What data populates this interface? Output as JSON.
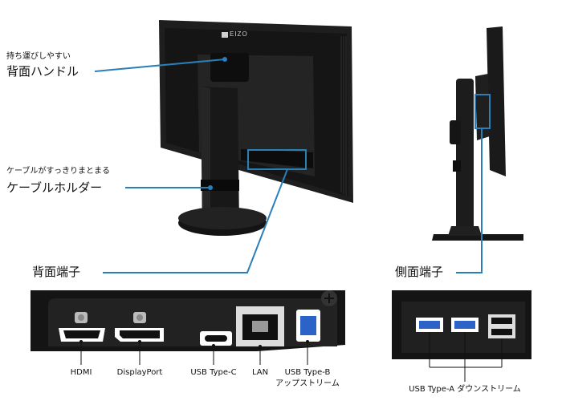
{
  "callouts": {
    "handle": {
      "sub": "持ち運びしやすい",
      "title": "背面ハンドル"
    },
    "cable_holder": {
      "sub": "ケーブルがすっきりまとまる",
      "title": "ケーブルホルダー"
    },
    "rear_ports": {
      "title": "背面端子"
    },
    "side_ports": {
      "title": "側面端子"
    }
  },
  "brand": {
    "logo_text": "EIZO"
  },
  "rear_port_labels": {
    "hdmi": "HDMI",
    "displayport": "DisplayPort",
    "usb_c": "USB Type-C",
    "lan": "LAN",
    "usb_b_line1": "USB Type-B",
    "usb_b_line2": "アップストリーム"
  },
  "side_port_labels": {
    "usb_a": "USB Type-A ダウンストリーム"
  },
  "colors": {
    "callout_line": "#2a7fb8",
    "usb3_blue": "#2b63c9",
    "monitor_body": "#1b1b1b"
  }
}
